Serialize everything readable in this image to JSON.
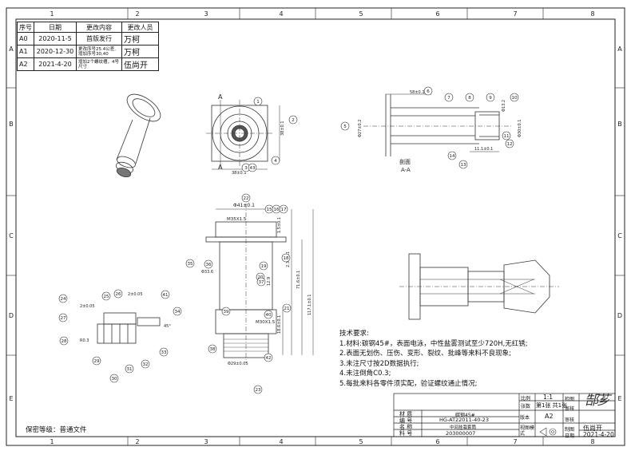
{
  "zones": {
    "columns": [
      "1",
      "2",
      "3",
      "4",
      "5",
      "6",
      "7",
      "8"
    ],
    "rows": [
      "A",
      "B",
      "C",
      "D",
      "E"
    ]
  },
  "revision_table": {
    "headers": [
      "序号",
      "日期",
      "更改内容",
      "更改人员"
    ],
    "rows": [
      {
        "no": "A0",
        "date": "2020-11-5",
        "content": "首版发行",
        "person": "万柯"
      },
      {
        "no": "A1",
        "date": "2020-12-30",
        "content": "更改序号25.4公差,增加序号30,40",
        "person": "万柯"
      },
      {
        "no": "A2",
        "date": "2021-4-20",
        "content": "增加2个螺纹槽，4号尺寸",
        "person": "伍尚开"
      }
    ]
  },
  "views": {
    "section_label": "剖面",
    "section_name": "A-A",
    "section_marker": "A"
  },
  "dimensions": {
    "front_w": "38±0.1",
    "front_h": "38±0.1",
    "flange_dia": "Φ41±0.1",
    "thread_top": "M35X1.5",
    "dia_33": "Φ33.6",
    "thread_bottom": "M30X1.5",
    "dia_29": "Φ29±0.05",
    "len_1": "1.5±0.1",
    "len_2": "2.3±0.1",
    "len_3": "71.6±0.1",
    "len_4": "117.1±0.1",
    "len_5": "18.6±0.1",
    "len_6": "12.9",
    "sec_len": "58±0.1",
    "sec_len2": "11.1±0.1",
    "dia_27": "Φ27±0.2",
    "dia_30": "Φ30±0.1",
    "dia_13": "Φ13.2",
    "det_1": "2±0.05",
    "det_2": "2±0.05",
    "det_3": "R0.3",
    "det_4": "45°"
  },
  "balloons": [
    "1",
    "2",
    "3",
    "4",
    "5",
    "6",
    "7",
    "8",
    "9",
    "10",
    "11",
    "12",
    "13",
    "14",
    "15",
    "16",
    "17",
    "18",
    "19",
    "20",
    "21",
    "22",
    "23",
    "24",
    "25",
    "26",
    "27",
    "28",
    "29",
    "30",
    "31",
    "32",
    "33",
    "34",
    "35",
    "36",
    "37",
    "38",
    "39",
    "40",
    "41",
    "42",
    "43"
  ],
  "notes": {
    "title": "技术要求:",
    "items": [
      "1.材料:碳钢45#，表面电泳，中性盐雾测试至少720H,无红锈;",
      "2.表面无划伤、压伤、变形、裂纹、批峰等来料不良现象;",
      "3.未注尺寸按2D数据执行;",
      "4.未注倒角C0.3;",
      "5.每批来料各零件须实配，验证螺纹通止情况;"
    ]
  },
  "title_block": {
    "scale_label": "比例",
    "scale": "1:1",
    "sheet_label": "张数",
    "sheet": "第1张 共1张",
    "version_label": "版本",
    "version": "A2",
    "view_label": "视图模式",
    "material_label": "材 质",
    "material": "碳钢45#",
    "code_label": "编 号",
    "code": "HG-AT22011-40-23",
    "name_label": "名 称",
    "name": "中间挂栽套筒",
    "part_label": "料 号",
    "part": "203000007",
    "check_label": "检图",
    "audit_label": "审核",
    "approve_label": "审核",
    "draw_label": "制图",
    "drawer": "伍尚开",
    "date_label": "日期",
    "date": "2021-4-20"
  },
  "confidential": "保密等级：普通文件"
}
